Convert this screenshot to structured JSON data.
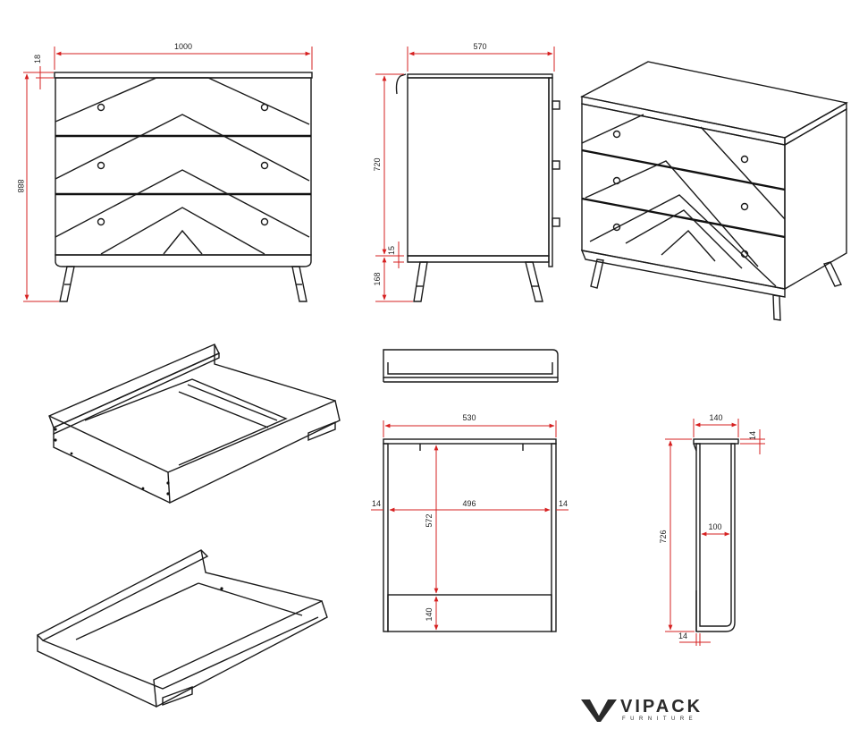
{
  "front_view": {
    "width": "1000",
    "height": "888",
    "top_thickness": "18"
  },
  "side_view": {
    "depth": "570",
    "body_height": "720",
    "bottom_gap": "15",
    "leg_height": "168"
  },
  "changer_front": {
    "width": "530",
    "inner_width": "496",
    "inner_height": "572",
    "left_wall": "14",
    "right_wall": "14",
    "bottom_height": "140"
  },
  "changer_side": {
    "top_width": "140",
    "top_thickness": "14",
    "height": "726",
    "inner_width": "100",
    "bottom_wall": "14"
  },
  "logo": {
    "name": "VIPACK",
    "subtitle": "FURNITURE"
  },
  "colors": {
    "dimension": "#d62020",
    "line": "#1a1a1a",
    "background": "#ffffff"
  }
}
